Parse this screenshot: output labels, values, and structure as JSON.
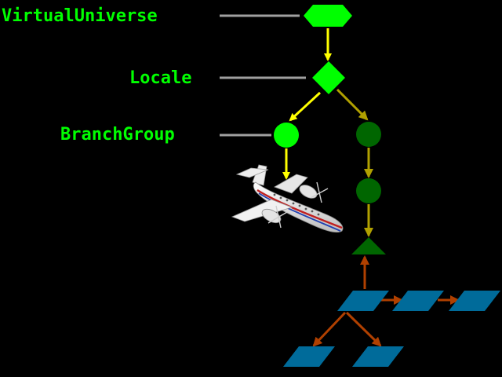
{
  "labels": {
    "virtual_universe": "VirtualUniverse",
    "locale": "Locale",
    "branch_group": "BranchGroup"
  },
  "colors": {
    "label_text": "#00ff00",
    "leader_line": "#a0a0a0",
    "bright_node": "#00ff00",
    "dark_node": "#006600",
    "view_platform": "#006600",
    "bright_arrow": "#ffff00",
    "olive_arrow": "#b0a000",
    "view_arrow": "#b04000",
    "screen_panel": "#006b9a"
  },
  "icons": {
    "virtual_universe": "hexagon-icon",
    "locale": "diamond-icon",
    "branch_group": "circle-icon",
    "view_branch_group": "circle-icon",
    "transform_group": "circle-icon",
    "view_platform": "triangle-icon",
    "content": "airplane-icon",
    "screens": "parallelogram-icon"
  }
}
